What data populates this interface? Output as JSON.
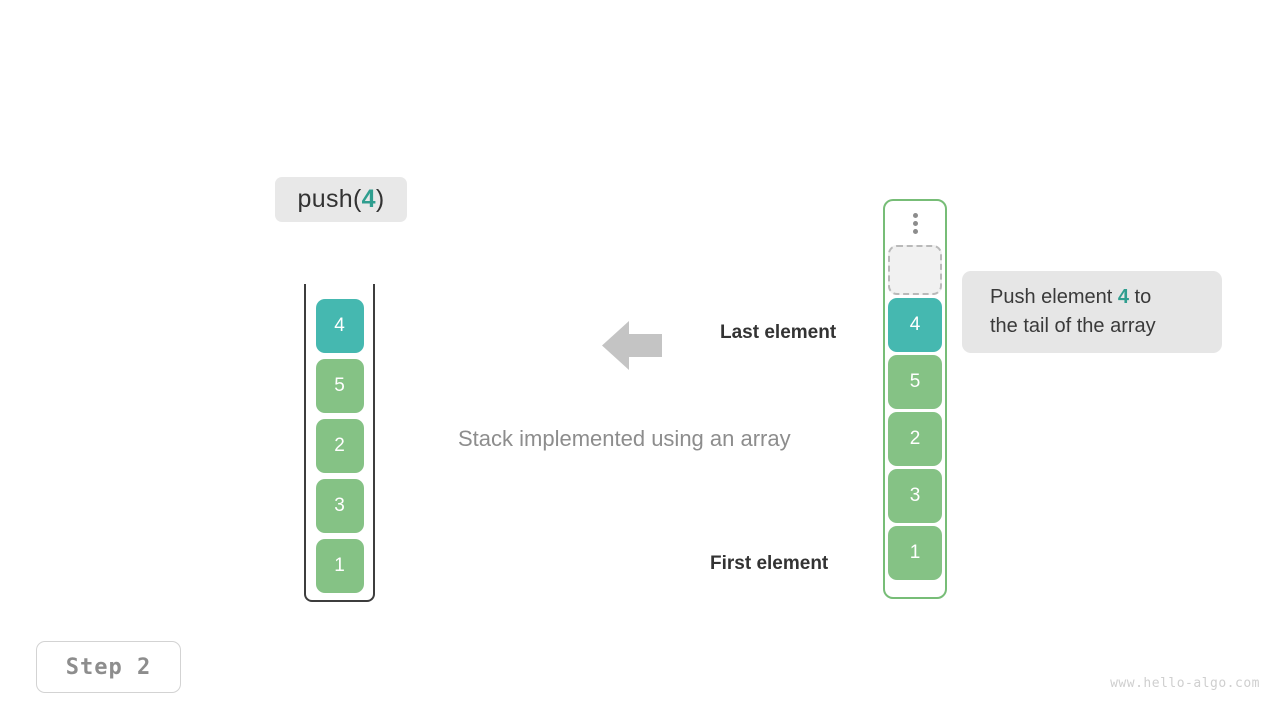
{
  "operation": {
    "prefix": "push(",
    "value": "4",
    "suffix": ")"
  },
  "stack": {
    "title": "Stack implemented using an array",
    "cells": [
      {
        "value": "4",
        "color": "teal"
      },
      {
        "value": "5",
        "color": "green"
      },
      {
        "value": "2",
        "color": "green"
      },
      {
        "value": "3",
        "color": "green"
      },
      {
        "value": "1",
        "color": "green"
      }
    ]
  },
  "array": {
    "ellipsis_icon": "vertical-ellipsis-icon",
    "empty_slot": "",
    "cells": [
      {
        "value": "4",
        "color": "teal"
      },
      {
        "value": "5",
        "color": "green"
      },
      {
        "value": "2",
        "color": "green"
      },
      {
        "value": "3",
        "color": "green"
      },
      {
        "value": "1",
        "color": "green"
      }
    ]
  },
  "annotations": {
    "last_element": "Last element",
    "first_element": "First element",
    "arrow_icon": "arrow-left-icon"
  },
  "tooltip": {
    "line1_prefix": "Push element ",
    "line1_value": "4",
    "line1_suffix": " to",
    "line2": "the tail of the array"
  },
  "footer": {
    "step": "Step 2",
    "watermark": "www.hello-algo.com"
  },
  "colors": {
    "teal": "#45b8b0",
    "green": "#85c285",
    "accent_text": "#2f9e8f",
    "panel_gray": "#e6e6e6",
    "arrow_gray": "#c4c4c4",
    "array_border": "#77bd77"
  }
}
